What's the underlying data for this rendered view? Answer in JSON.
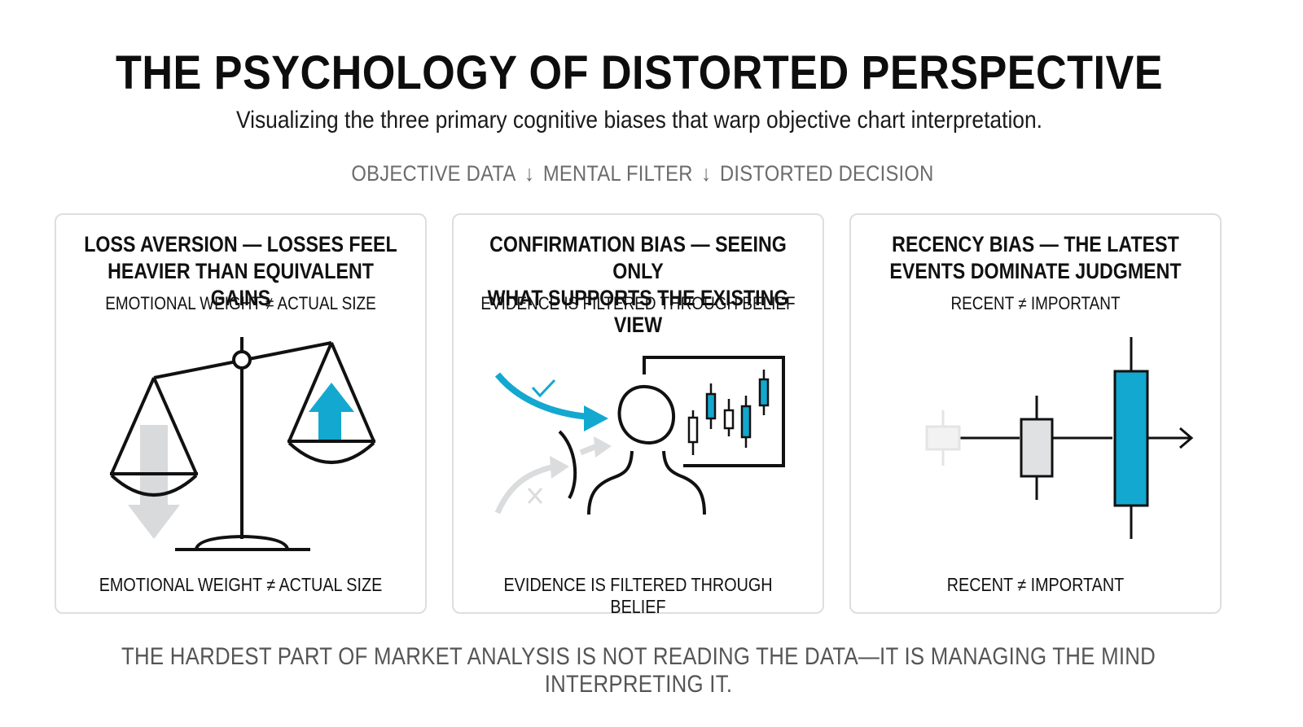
{
  "title": "THE PSYCHOLOGY OF DISTORTED PERSPECTIVE",
  "subtitle": "Visualizing the three primary cognitive biases that warp objective chart interpretation.",
  "flow": {
    "steps": [
      "OBJECTIVE DATA",
      "MENTAL FILTER",
      "DISTORTED DECISION"
    ],
    "arrow": "↓"
  },
  "cards": [
    {
      "heading_line1": "LOSS AVERSION — LOSSES FEEL",
      "heading_line2": "HEAVIER THAN EQUIVALENT GAINS",
      "tag": "EMOTIONAL WEIGHT ≠ ACTUAL SIZE",
      "caption": "EMOTIONAL WEIGHT ≠ ACTUAL SIZE",
      "icon": "balance-scale-icon"
    },
    {
      "heading_line1": "CONFIRMATION BIAS — SEEING ONLY",
      "heading_line2": "WHAT SUPPORTS THE EXISTING VIEW",
      "tag": "EVIDENCE IS FILTERED THROUGH BELIEF",
      "caption": "EVIDENCE IS FILTERED THROUGH BELIEF",
      "icon": "person-viewing-chart-icon"
    },
    {
      "heading_line1": "RECENCY BIAS — THE LATEST",
      "heading_line2": "EVENTS DOMINATE JUDGMENT",
      "tag": "RECENT ≠ IMPORTANT",
      "caption": "RECENT ≠ IMPORTANT",
      "icon": "candlestick-timeline-icon"
    }
  ],
  "footer": "THE HARDEST PART OF MARKET ANALYSIS IS NOT READING THE DATA—IT IS MANAGING THE MIND INTERPRETING IT.",
  "colors": {
    "accent": "#13a8cf",
    "faded": "#d8dadc",
    "ink": "#111111",
    "muted": "#6b6b6b"
  }
}
